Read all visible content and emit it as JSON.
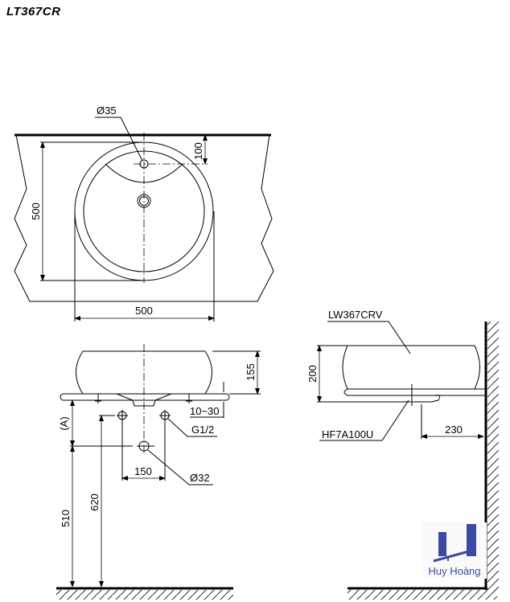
{
  "title": "LT367CR",
  "top_view": {
    "hole_diameter": "Ø35",
    "depth_dim": "500",
    "hole_offset_dim": "100",
    "width_dim": "500"
  },
  "front_view": {
    "bowl_height_dim": "155",
    "counter_thickness_dim": "10~30",
    "supply_thread": "G1/2",
    "drain_diameter": "Ø32",
    "supply_spacing_dim": "150",
    "variable_height_label": "(A)",
    "drain_height_dim": "510",
    "supply_height_dim": "620"
  },
  "side_view": {
    "basin_model": "LW367CRV",
    "height_dim": "200",
    "drain_model": "HF7A100U",
    "wall_offset_dim": "230"
  },
  "logo": {
    "text": "Huy Hoàng",
    "color": "#3b4aa0"
  }
}
